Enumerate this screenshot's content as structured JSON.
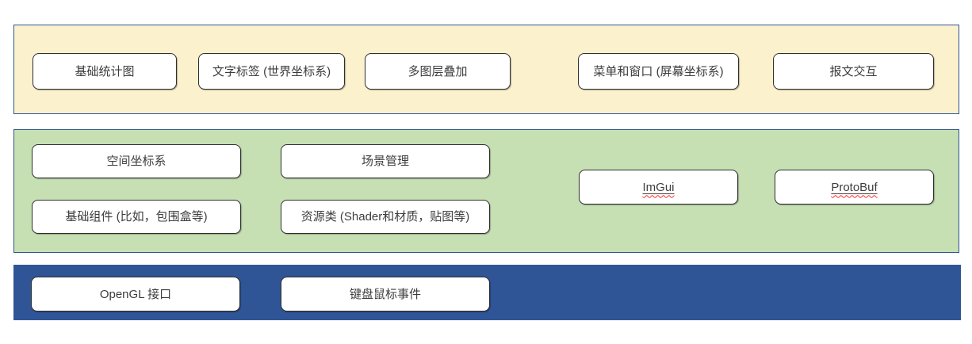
{
  "diagram": {
    "title": "layered architecture diagram",
    "colors": {
      "top_band_fill": "#FBF1CD",
      "middle_band_fill": "#C6E0B4",
      "bottom_band_fill": "#2F5597",
      "band_border": "#2E5597",
      "box_border": "#2E2E2E",
      "box_fill": "#FFFFFF",
      "text": "#3D3D3D",
      "spellcheck_underline": "#FF2A2A"
    },
    "layers": [
      {
        "name": "presentation-layer",
        "boxes": [
          {
            "label": "基础统计图"
          },
          {
            "label": "文字标签 (世界坐标系)"
          },
          {
            "label": "多图层叠加"
          },
          {
            "label": "菜单和窗口 (屏幕坐标系)"
          },
          {
            "label": "报文交互"
          }
        ]
      },
      {
        "name": "engine-layer",
        "boxes": [
          {
            "label": "空间坐标系"
          },
          {
            "label": "场景管理"
          },
          {
            "label": "ImGui"
          },
          {
            "label": "ProtoBuf"
          },
          {
            "label": "基础组件 (比如，包围盒等)"
          },
          {
            "label": "资源类 (Shader和材质，贴图等)"
          }
        ]
      },
      {
        "name": "platform-layer",
        "boxes": [
          {
            "label": "OpenGL 接口"
          },
          {
            "label": "键盘鼠标事件"
          }
        ]
      }
    ]
  }
}
